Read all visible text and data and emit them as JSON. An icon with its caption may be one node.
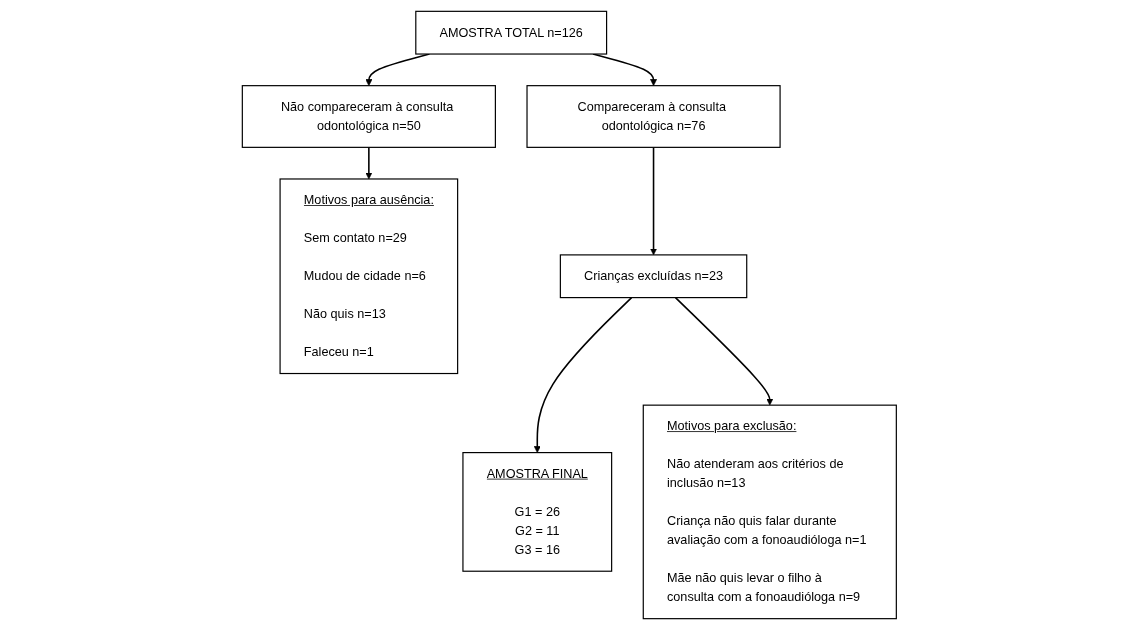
{
  "diagram": {
    "nodes": [
      {
        "text": [
          "AMOSTRA TOTAL n=126"
        ]
      },
      {
        "text": [
          "Não compareceram à consulta odontológica n=50"
        ]
      },
      {
        "text": [
          "Compareceram à consulta odontológica n=76"
        ]
      },
      {
        "text": [
          "Motivos para ausência:",
          "Sem contato n=29",
          "Mudou de cidade n=6",
          "Não quis n=13",
          "Faleceu n=1"
        ]
      },
      {
        "text": [
          "Crianças excluídas n=23"
        ]
      },
      {
        "text": [
          "Motivos para exclusão:",
          "Não atenderam aos critérios de inclusão n=13",
          "Criança não quis falar durante avaliação com a fonoaudióloga n=1",
          "Mãe não quis levar o filho à consulta com a fonoaudióloga n=9"
        ]
      },
      {
        "text": [
          "AMOSTRA FINAL",
          "G1 = 26",
          "G2 = 11",
          "G3 = 16"
        ]
      }
    ],
    "edges": [
      {
        "from": 0,
        "to": 1,
        "arrow": "to"
      },
      {
        "from": 0,
        "to": 2,
        "arrow": "to"
      },
      {
        "from": 1,
        "to": 3,
        "arrow": "to"
      },
      {
        "from": 2,
        "to": 4,
        "arrow": "to"
      },
      {
        "from": 4,
        "to": 6,
        "arrow": "to"
      },
      {
        "from": 4,
        "to": 5,
        "arrow": "to"
      }
    ]
  }
}
